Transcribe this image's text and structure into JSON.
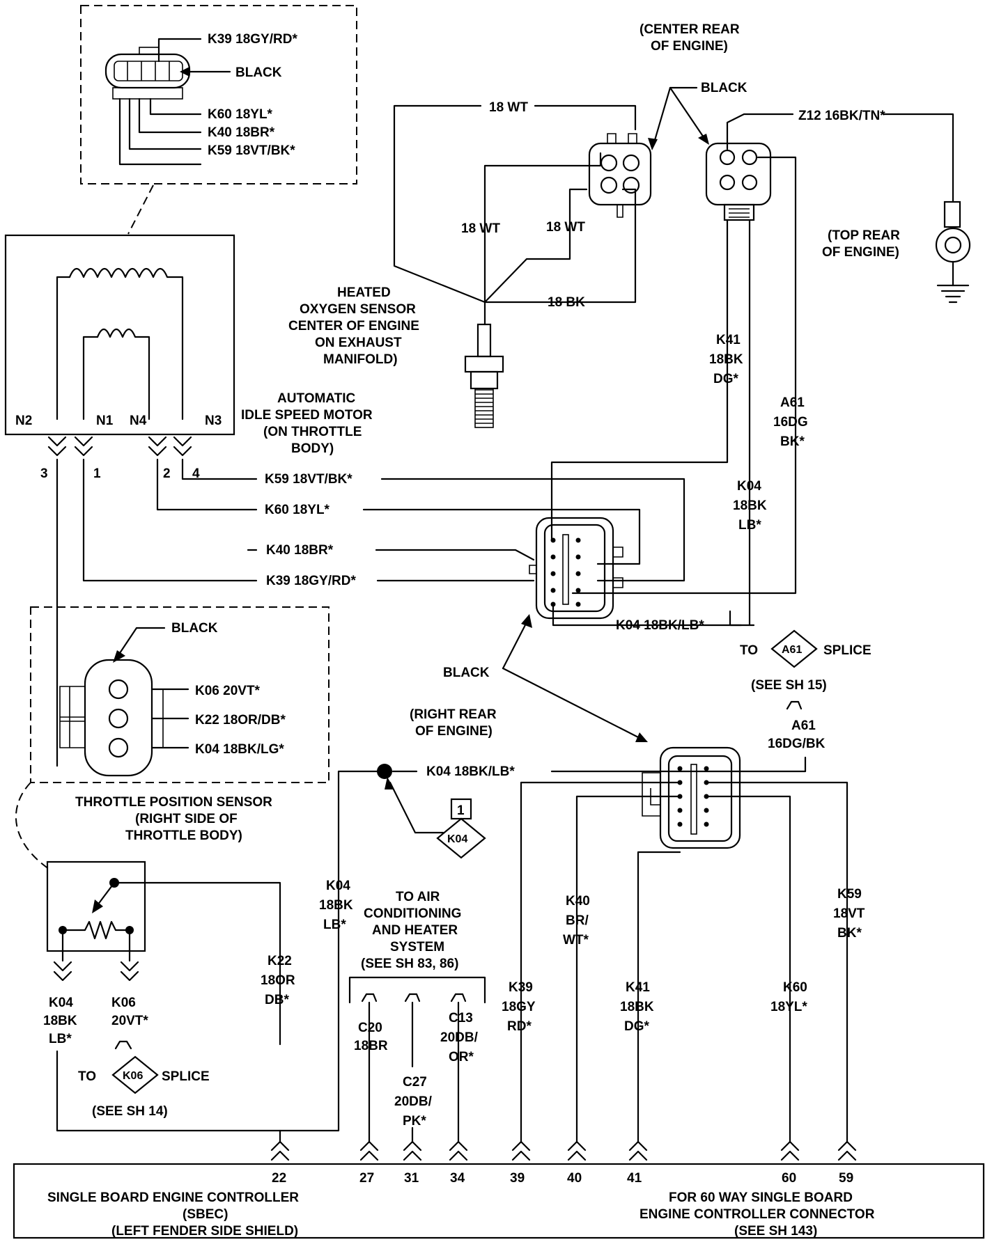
{
  "labels": {
    "k39_top": "K39 18GY/RD*",
    "black_top": "BLACK",
    "k60_top": "K60 18YL*",
    "k40_top": "K40 18BR*",
    "k59_top": "K59 18VT/BK*",
    "center_rear_1": "(CENTER REAR",
    "center_rear_2": "OF ENGINE)",
    "black_o2": "BLACK",
    "wt18_top": "18 WT",
    "z12": "Z12 16BK/TN*",
    "wt18_left": "18 WT",
    "wt18_right": "18 WT",
    "bk18": "18 BK",
    "top_rear_1": "(TOP REAR",
    "top_rear_2": "OF ENGINE)",
    "heated_1": "HEATED",
    "heated_2": "OXYGEN SENSOR",
    "heated_3": "CENTER OF ENGINE",
    "heated_4": "ON EXHAUST",
    "heated_5": "MANIFOLD)",
    "k41_a": "K41",
    "k41_b": "18BK",
    "k41_c": "DG*",
    "a61_a": "A61",
    "a61_b": "16DG",
    "a61_c": "BK*",
    "ais_1": "AUTOMATIC",
    "ais_2": "IDLE SPEED MOTOR",
    "ais_3": "(ON THROTTLE",
    "ais_4": "BODY)",
    "n2": "N2",
    "n1": "N1",
    "n4": "N4",
    "n3": "N3",
    "pin3": "3",
    "pin1": "1",
    "pin2": "2",
    "pin4": "4",
    "k59_mid": "K59 18VT/BK*",
    "k60_mid": "K60 18YL*",
    "k40_mid": "K40 18BR*",
    "k39_mid": "K39 18GY/RD*",
    "k04r_a": "K04",
    "k04r_b": "18BK",
    "k04r_c": "LB*",
    "k04_bklb_mid": "K04 18BK/LB*",
    "to_a61": "TO",
    "a61_diamond": "A61",
    "splice_a61": "SPLICE",
    "see_sh15": "(SEE SH 15)",
    "a61_lower_a": "A61",
    "a61_lower_b": "16DG/BK",
    "black_tps": "BLACK",
    "black_mid": "BLACK",
    "k06_tps": "K06 20VT*",
    "k22_tps": "K22 18OR/DB*",
    "k04_tps": "K04 18BK/LG*",
    "right_rear_1": "(RIGHT REAR",
    "right_rear_2": "OF ENGINE)",
    "k04_bklb_low": "K04 18BK/LB*",
    "tps_1": "THROTTLE POSITION SENSOR",
    "tps_2": "(RIGHT SIDE OF",
    "tps_3": "THROTTLE BODY)",
    "k04_box_num": "1",
    "k04_box_lbl": "K04",
    "k04v_a": "K04",
    "k04v_b": "18BK",
    "k04v_c": "LB*",
    "ac_1": "TO AIR",
    "ac_2": "CONDITIONING",
    "ac_3": "AND HEATER",
    "ac_4": "SYSTEM",
    "ac_5": "(SEE SH 83, 86)",
    "k40v_a": "K40",
    "k40v_b": "BR/",
    "k40v_c": "WT*",
    "k59v_a": "K59",
    "k59v_b": "18VT",
    "k59v_c": "BK*",
    "k22v_a": "K22",
    "k22v_b": "18OR",
    "k22v_c": "DB*",
    "k39v_a": "K39",
    "k39v_b": "18GY",
    "k39v_c": "RD*",
    "k41v_a": "K41",
    "k41v_b": "18BK",
    "k41v_c": "DG*",
    "k60v_a": "K60",
    "k60v_b": "18YL*",
    "k04l_a": "K04",
    "k04l_b": "18BK",
    "k04l_c": "LB*",
    "k06l_a": "K06",
    "k06l_b": "20VT*",
    "c20_a": "C20",
    "c20_b": "18BR",
    "c13_a": "C13",
    "c13_b": "20DB/",
    "c13_c": "OR*",
    "c27_a": "C27",
    "c27_b": "20DB/",
    "c27_c": "PK*",
    "to_k06": "TO",
    "k06_diamond": "K06",
    "splice_k06": "SPLICE",
    "see_sh14": "(SEE SH 14)",
    "p22": "22",
    "p27": "27",
    "p31": "31",
    "p34": "34",
    "p39": "39",
    "p40": "40",
    "p41": "41",
    "p60": "60",
    "p59": "59",
    "sbec_1": "SINGLE BOARD ENGINE CONTROLLER",
    "sbec_2": "(SBEC)",
    "sbec_3": "(LEFT FENDER SIDE SHIELD)",
    "for60_1": "FOR 60 WAY SINGLE BOARD",
    "for60_2": "ENGINE CONTROLLER CONNECTOR",
    "for60_3": "(SEE SH 143)"
  }
}
